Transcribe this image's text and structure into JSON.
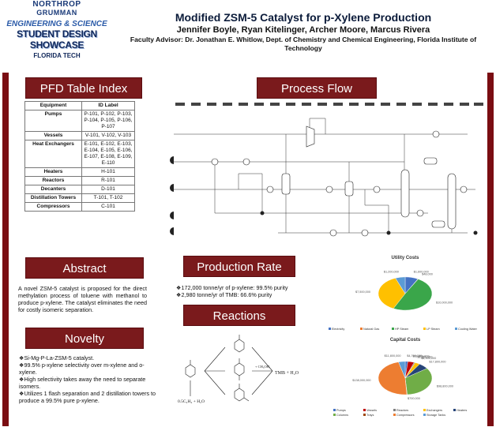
{
  "header": {
    "logo": {
      "company_line1": "NORTHROP",
      "company_line2": "GRUMMAN",
      "program_line1": "ENGINEERING & SCIENCE",
      "program_line2": "STUDENT DESIGN SHOWCASE",
      "school": "FLORIDA TECH"
    },
    "title": "Modified ZSM-5 Catalyst for p-Xylene Production",
    "authors": "Jennifer Boyle, Ryan Kitelinger, Archer Moore, Marcus Rivera",
    "advisor": "Faculty Advisor: Dr. Jonathan E. Whitlow, Dept. of Chemistry and Chemical Engineering, Florida Institute of Technology"
  },
  "pfd_index": {
    "heading": "PFD Table Index",
    "columns": [
      "Equipment",
      "ID Label"
    ],
    "rows": [
      {
        "equipment": "Pumps",
        "ids": "P-101, P-102, P-103, P-104, P-105, P-106,  P-107"
      },
      {
        "equipment": "Vessels",
        "ids": "V-101, V-102, V-103"
      },
      {
        "equipment": "Heat Exchangers",
        "ids": "E-101, E-102, E-103, E-104, E-105, E-106, E-107, E-108, E-109, E-110"
      },
      {
        "equipment": "Heaters",
        "ids": "H-101"
      },
      {
        "equipment": "Reactors",
        "ids": "R-101"
      },
      {
        "equipment": "Decanters",
        "ids": "D-101"
      },
      {
        "equipment": "Distillation Towers",
        "ids": "T-101, T-102"
      },
      {
        "equipment": "Compressors",
        "ids": "C-101"
      }
    ]
  },
  "process_flow": {
    "heading": "Process Flow Diagram"
  },
  "abstract": {
    "heading": "Abstract",
    "text": "A novel ZSM-5 catalyst is proposed for the direct methylation process of toluene with methanol to produce p-xylene. The catalyst eliminates the need for costly isomeric separation."
  },
  "novelty": {
    "heading": "Novelty",
    "bullets": [
      "Si-Mg-P-La-ZSM-5 catalyst.",
      "99.5% p-xylene selectivity over m-xylene and o-xylene.",
      "High selectivity takes away the need to separate isomers.",
      "Utilizes 1 flash separation and 2 distillation towers to produce a 99.5% pure p-xylene."
    ]
  },
  "production": {
    "heading": "Production Rate",
    "items": [
      "172,000 tonne/yr of p-xylene: 99.5% purity",
      "2,980 tonne/yr of TMB: 66.6% purity"
    ]
  },
  "reactions": {
    "heading": "Reactions",
    "products": "TMB + H₂O",
    "methanol": "+ CH₃OH",
    "byproduct": "0.5C₂H₄ + H₂O"
  },
  "chart_data": [
    {
      "type": "pie",
      "title": "Utility Costs",
      "categories": [
        "Electricity",
        "Natural Gas",
        "HP Steam",
        "LP Steam",
        "Cooling Water"
      ],
      "values": [
        1600000,
        48000,
        10000000,
        7500000,
        1200000
      ],
      "labels": [
        "$1,600,000",
        "$48,000",
        "$10,000,000",
        "$7,500,000",
        "$1,200,000"
      ],
      "colors": [
        "#4472c4",
        "#ed7d31",
        "#3aa64a",
        "#ffc000",
        "#5b9bd5"
      ]
    },
    {
      "type": "pie",
      "title": "Capital Costs",
      "categories": [
        "Pumps",
        "Vessels",
        "Reactors",
        "Exchangers",
        "Heaters",
        "Columns",
        "Trays",
        "Compressors",
        "Storage Tanks"
      ],
      "values": [
        4700000,
        11200000,
        1950000,
        8900000,
        17800000,
        98800000,
        700000,
        138000000,
        11800000
      ],
      "labels": [
        "$4,700,000",
        "$11,200,000",
        "$1,950,000",
        "$8,900,000",
        "$17,800,000",
        "$98,800,000",
        "$700,000",
        "$138,000,000",
        "$11,800,000"
      ],
      "colors": [
        "#4472c4",
        "#c00000",
        "#7f7f7f",
        "#ffc000",
        "#264478",
        "#70ad47",
        "#9e480e",
        "#ed7d31",
        "#5b9bd5"
      ]
    }
  ]
}
